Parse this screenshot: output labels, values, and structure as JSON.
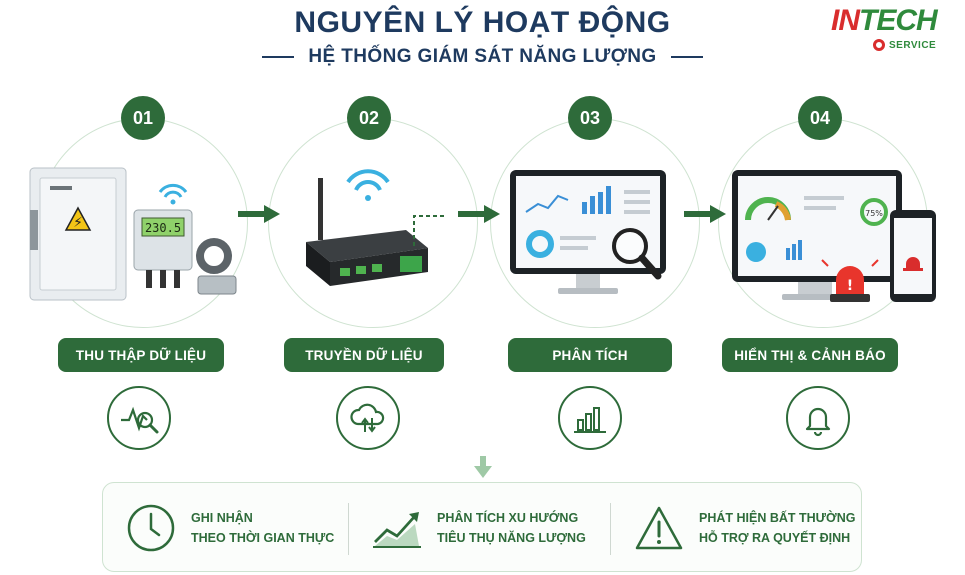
{
  "header": {
    "title": "NGUYÊN LÝ HOẠT ĐỘNG",
    "subtitle": "HỆ THỐNG GIÁM SÁT NĂNG LƯỢNG"
  },
  "logo": {
    "text_red": "IN",
    "text_green": "TECH",
    "sub": "SERVICE"
  },
  "steps": [
    {
      "number": "01",
      "label": "THU THẬP DỮ LIỆU",
      "icon": "signal-magnifier-icon"
    },
    {
      "number": "02",
      "label": "TRUYỀN DỮ LIỆU",
      "icon": "cloud-sync-icon"
    },
    {
      "number": "03",
      "label": "PHÂN TÍCH",
      "icon": "bar-chart-icon"
    },
    {
      "number": "04",
      "label": "HIỂN THỊ & CẢNH BÁO",
      "icon": "bell-icon"
    }
  ],
  "meter": {
    "reading": "230.5"
  },
  "dashboard": {
    "gauge_percent": "75%"
  },
  "features": [
    {
      "line1": "GHI NHẬN",
      "line2": "THEO THỜI GIAN THỰC",
      "icon": "clock-icon"
    },
    {
      "line1": "PHÂN TÍCH XU HƯỚNG",
      "line2": "TIÊU THỤ NĂNG LƯỢNG",
      "icon": "trend-chart-icon"
    },
    {
      "line1": "PHÁT HIỆN BẤT THƯỜNG",
      "line2": "HỖ TRỢ RA QUYẾT ĐỊNH",
      "icon": "warning-icon"
    }
  ],
  "colors": {
    "primary_green": "#2e6b3a",
    "title_navy": "#1e3a5f",
    "brand_red": "#d92d2d",
    "wifi_blue": "#3ab0e0"
  }
}
